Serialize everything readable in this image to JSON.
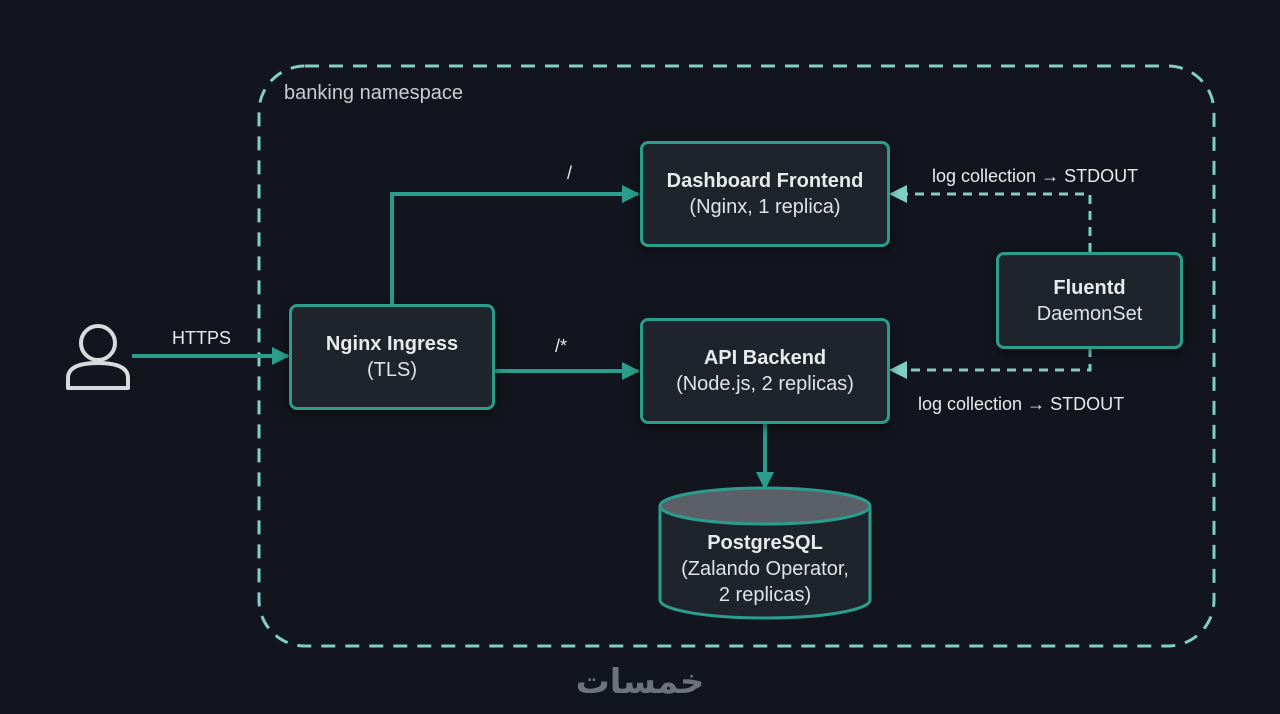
{
  "diagram": {
    "namespace_label": "banking namespace",
    "colors": {
      "background": "#12151d",
      "accent": "#2a9d8c",
      "dashed_accent": "#7fcfc4",
      "node_fill": "#1f232b",
      "text": "#e8eaec"
    },
    "actor": {
      "icon": "user-icon"
    },
    "nodes": {
      "ingress": {
        "title": "Nginx Ingress",
        "subtitle": "(TLS)"
      },
      "frontend": {
        "title": "Dashboard Frontend",
        "subtitle": "(Nginx, 1 replica)"
      },
      "backend": {
        "title": "API Backend",
        "subtitle": "(Node.js, 2 replicas)"
      },
      "fluentd": {
        "title": "Fluentd",
        "subtitle": "DaemonSet"
      },
      "postgres": {
        "title": "PostgreSQL",
        "subtitle_line1": "(Zalando Operator,",
        "subtitle_line2": "2 replicas)"
      }
    },
    "edges": {
      "https": "HTTPS",
      "route_root": "/",
      "route_wildcard": "/*",
      "log_frontend": "log collection → STDOUT",
      "log_backend": "log collection → STDOUT"
    },
    "watermark": "خمسات"
  }
}
